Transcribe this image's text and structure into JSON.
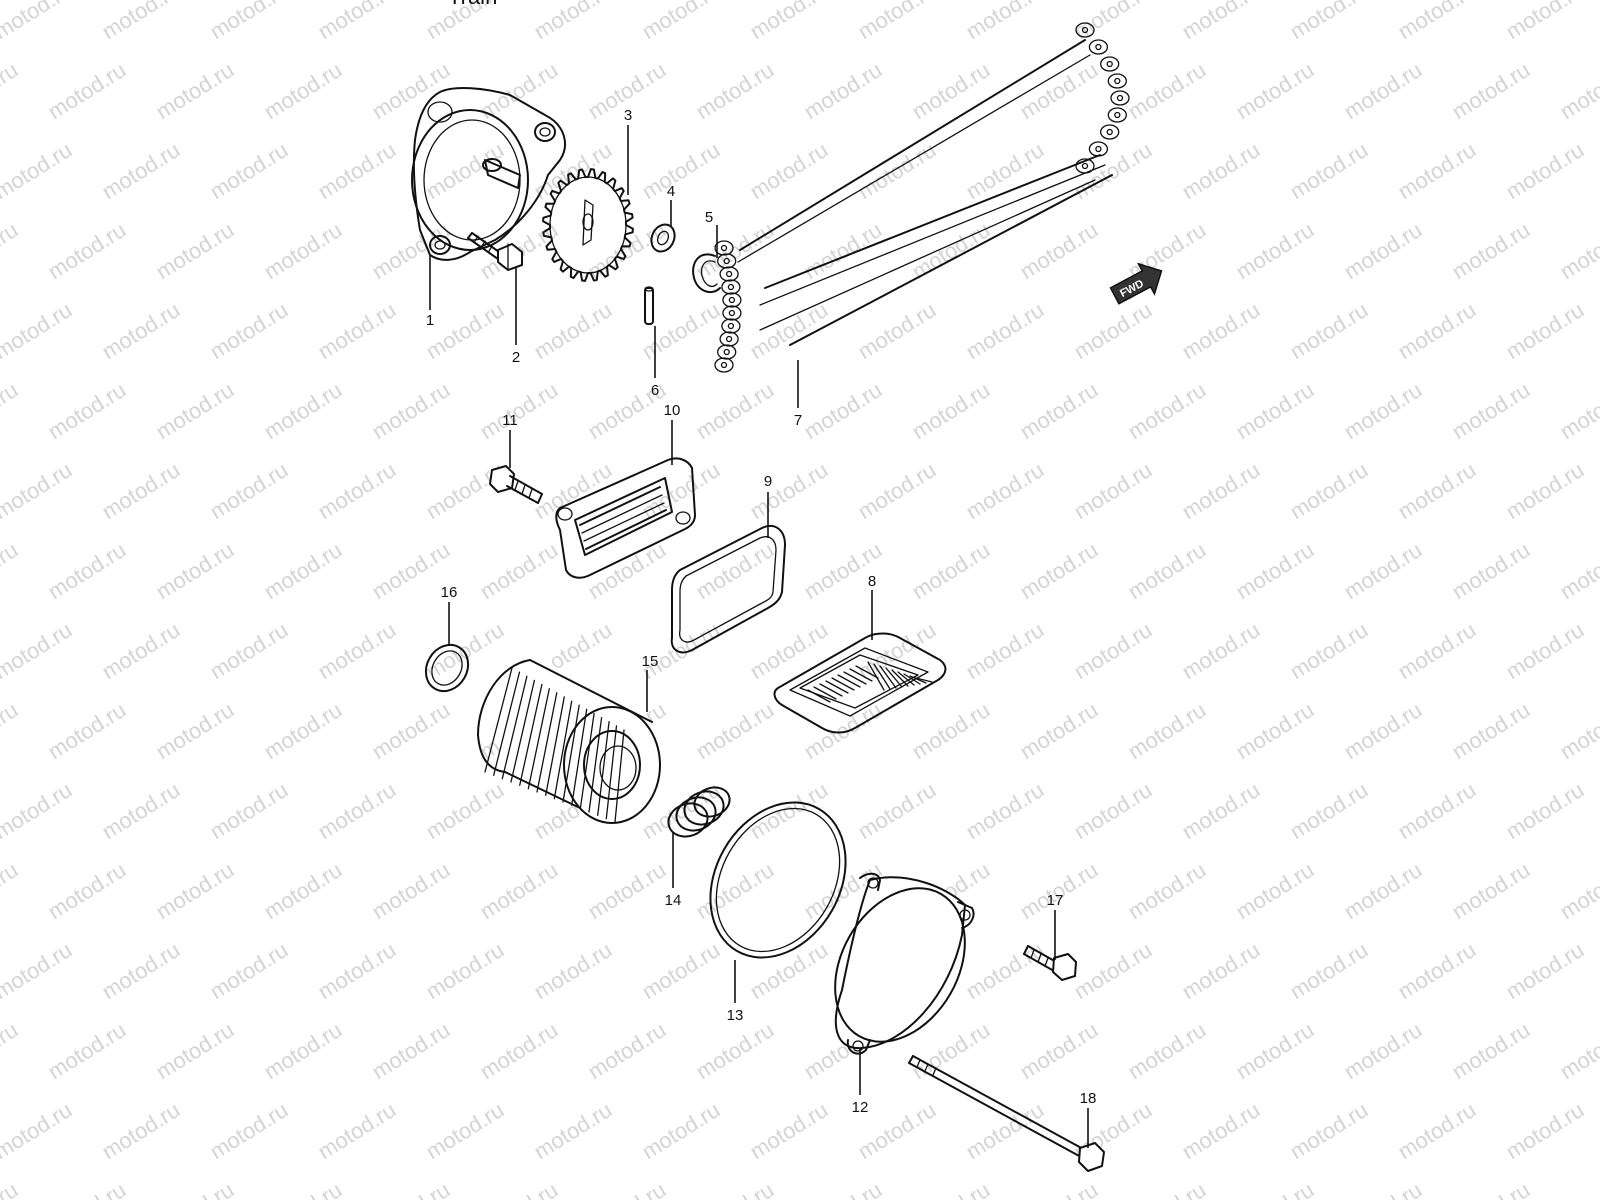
{
  "header_fragment": "Train",
  "watermark": "motod.ru",
  "direction_badge": "FWD",
  "callouts": [
    "1",
    "2",
    "3",
    "4",
    "5",
    "6",
    "7",
    "8",
    "9",
    "10",
    "11",
    "12",
    "13",
    "14",
    "15",
    "16",
    "17",
    "18"
  ],
  "colors": {
    "line": "#111111",
    "watermark": "#d4d4d4",
    "background": "#ffffff"
  }
}
